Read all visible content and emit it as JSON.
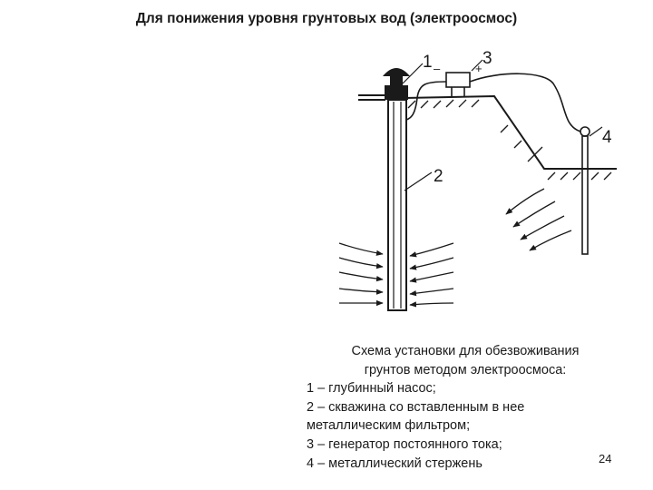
{
  "slide": {
    "title": "Для понижения уровня грунтовых вод (электроосмос)",
    "page_number": "24"
  },
  "diagram": {
    "labels": {
      "pump": "1",
      "well": "2",
      "generator": "3",
      "rod": "4",
      "minus": "–",
      "plus": "+"
    }
  },
  "caption": {
    "title_line1": "Схема установки для обезвоживания",
    "title_line2": "грунтов методом электроосмоса:",
    "items": [
      "1 – глубинный насос;",
      "2 – скважина со вставленным в нее",
      "металлическим фильтром;",
      "3 – генератор постоянного тока;",
      "4 – металлический стержень"
    ]
  }
}
